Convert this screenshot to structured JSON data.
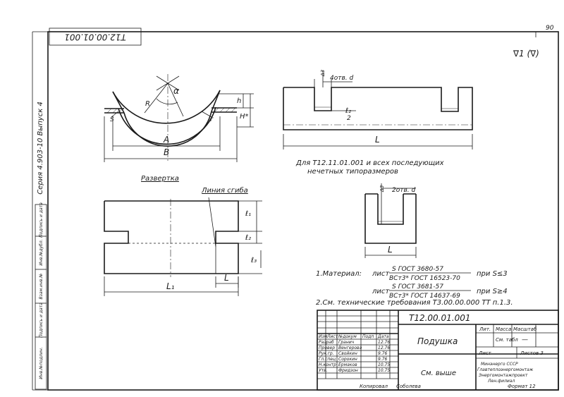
{
  "sheet": {
    "page_number": "90",
    "rotated_code": "Т12.00.01.001",
    "series_text": "Серия 4.903-10 Выпуск 4",
    "roughness": "∇1 (∇)",
    "side_labels": [
      "Инв.№подлин.",
      "Подпись и дата",
      "Взам.инв.№",
      "Инв.№дубл.",
      "Подпись и дата"
    ]
  },
  "front_view": {
    "dims": {
      "alpha": "α",
      "R": "R",
      "S": "S",
      "r": "r",
      "h": "h",
      "H": "H*",
      "A": "A",
      "B": "B"
    }
  },
  "side_view": {
    "note_hole": "4отв. d",
    "dim_delta": "Δ3",
    "dim_l2": "ℓ₂",
    "dim_l2_half": "2",
    "dim_L": "L",
    "caption_line1": "Для Т12.11.01.001 и всех последующих",
    "caption_line2": "нечетных типоразмеров"
  },
  "odd_view": {
    "note_hole": "2отв. d",
    "dim_delta": "Δ3",
    "dim_L": "L"
  },
  "development": {
    "title": "Развертка",
    "bend_line": "Линия сгиба",
    "dims": {
      "l1": "ℓ₁",
      "l2": "ℓ₂",
      "l3": "ℓ₃",
      "L": "L",
      "L1": "L₁"
    }
  },
  "notes": {
    "material_prefix": "1.Материал:",
    "sheet_word": "лист",
    "m1_top": "S ГОСТ 3680-57",
    "m1_bottom": "ВСт3* ГОСТ 16523-70",
    "m1_cond": "при S≤3",
    "m2_top": "S ГОСТ 3681-57",
    "m2_bottom": "ВСт3* ГОСТ 14637-69",
    "m2_cond": "при S≥4",
    "note2": "2.См. технические требования Т3.00.00.000 ТТ п.1.3."
  },
  "title_block": {
    "designation": "Т12.00.01.001",
    "name": "Подушка",
    "material_ref": "См. выше",
    "hdr_lit": "Лит.",
    "hdr_mass": "Масса",
    "hdr_scale": "Масштаб",
    "mass_value": "См. табл",
    "scale_value": "—",
    "sheet": "Лист",
    "sheets_total": "Листов 3",
    "org_line1": "Минэнерго СССР",
    "org_line2": "Главтеплоэнергомонтаж",
    "org_line3": "Энергомонтажпроект",
    "org_line4": "Лен.филиал",
    "copied": "Копировал",
    "copier": "Соболева",
    "format": "Формат 12",
    "col_headers": [
      "Изм",
      "Лист",
      "№докум",
      "Подп",
      "Дата"
    ],
    "roles": [
      {
        "role": "Разраб",
        "name": "Гранич"
      },
      {
        "role": "Провер",
        "name": "Венгерова"
      },
      {
        "role": "Рук.гр.",
        "name": "Свойкин"
      },
      {
        "role": "Гл.спец",
        "name": "Сорокин"
      },
      {
        "role": "Н.контр",
        "name": "Ермаков"
      },
      {
        "role": "Утв.",
        "name": "Фридзон"
      }
    ],
    "dates": [
      "12.76",
      "12.76",
      "9.76",
      "9.76",
      "10.75",
      "10.75"
    ]
  }
}
